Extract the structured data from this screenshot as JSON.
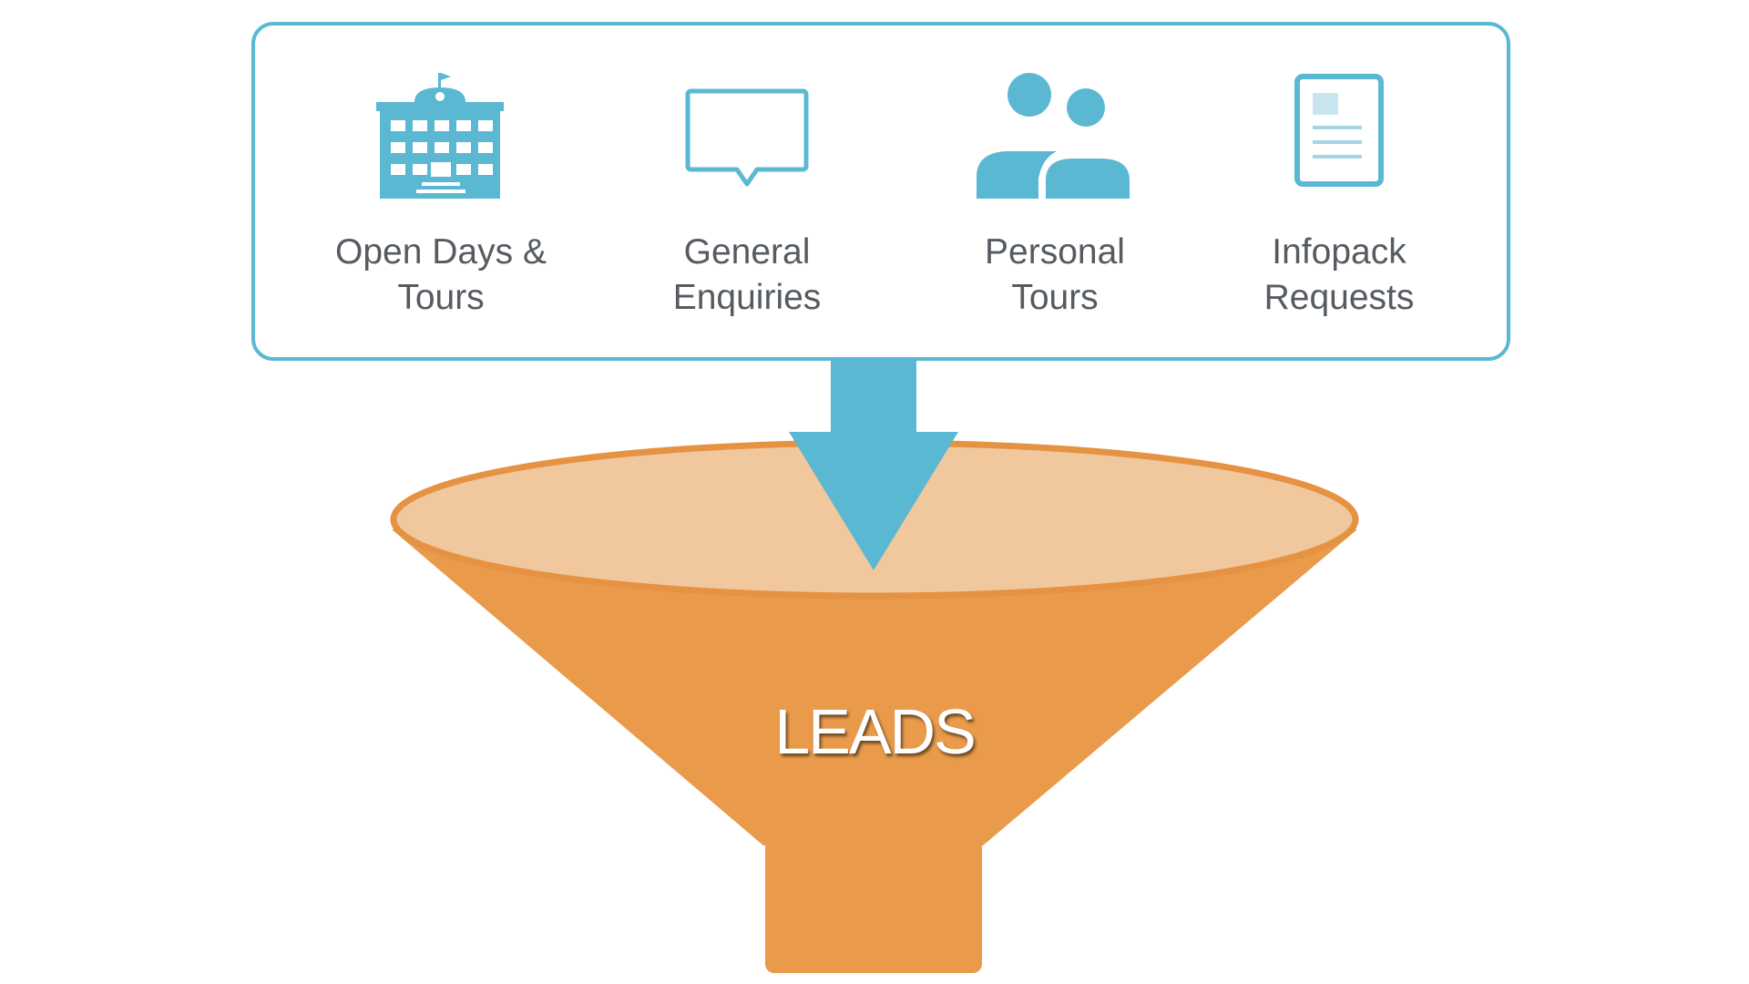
{
  "colors": {
    "accent_blue": "#5bb8d2",
    "funnel_orange": "#e99b4b",
    "funnel_top": "#f1c79d",
    "funnel_rim": "#e59242",
    "label_gray": "#555b60"
  },
  "sources": [
    {
      "icon": "school-building-icon",
      "label": "Open Days &\nTours"
    },
    {
      "icon": "speech-bubble-icon",
      "label": "General\nEnquiries"
    },
    {
      "icon": "people-icon",
      "label": "Personal\nTours"
    },
    {
      "icon": "document-icon",
      "label": "Infopack\nRequests"
    }
  ],
  "funnel": {
    "label": "LEADS"
  }
}
